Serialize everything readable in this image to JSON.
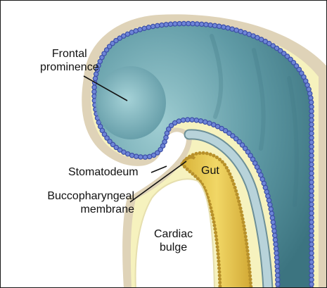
{
  "labels": {
    "frontal_prominence": [
      "Frontal",
      "prominence"
    ],
    "stomatodeum": "Stomatodeum",
    "buccopharyngeal_membrane": [
      "Buccopharyngeal",
      "membrane"
    ],
    "gut": "Gut",
    "cardiac_bulge": [
      "Cardiac",
      "bulge"
    ]
  },
  "colors": {
    "skin_outer": "#dfd3b8",
    "skin_inner": "#f6f2be",
    "ectoderm_dots": "#6f86d8",
    "ectoderm_dot_outline": "#3d4fa8",
    "neural_tube_light": "#9fcdd2",
    "neural_tube_dark": "#3c7480",
    "gut_fill": "#e6c84c",
    "gut_edge": "#b8912a",
    "notochord": "#b8d3da",
    "leader_line": "#111111"
  }
}
